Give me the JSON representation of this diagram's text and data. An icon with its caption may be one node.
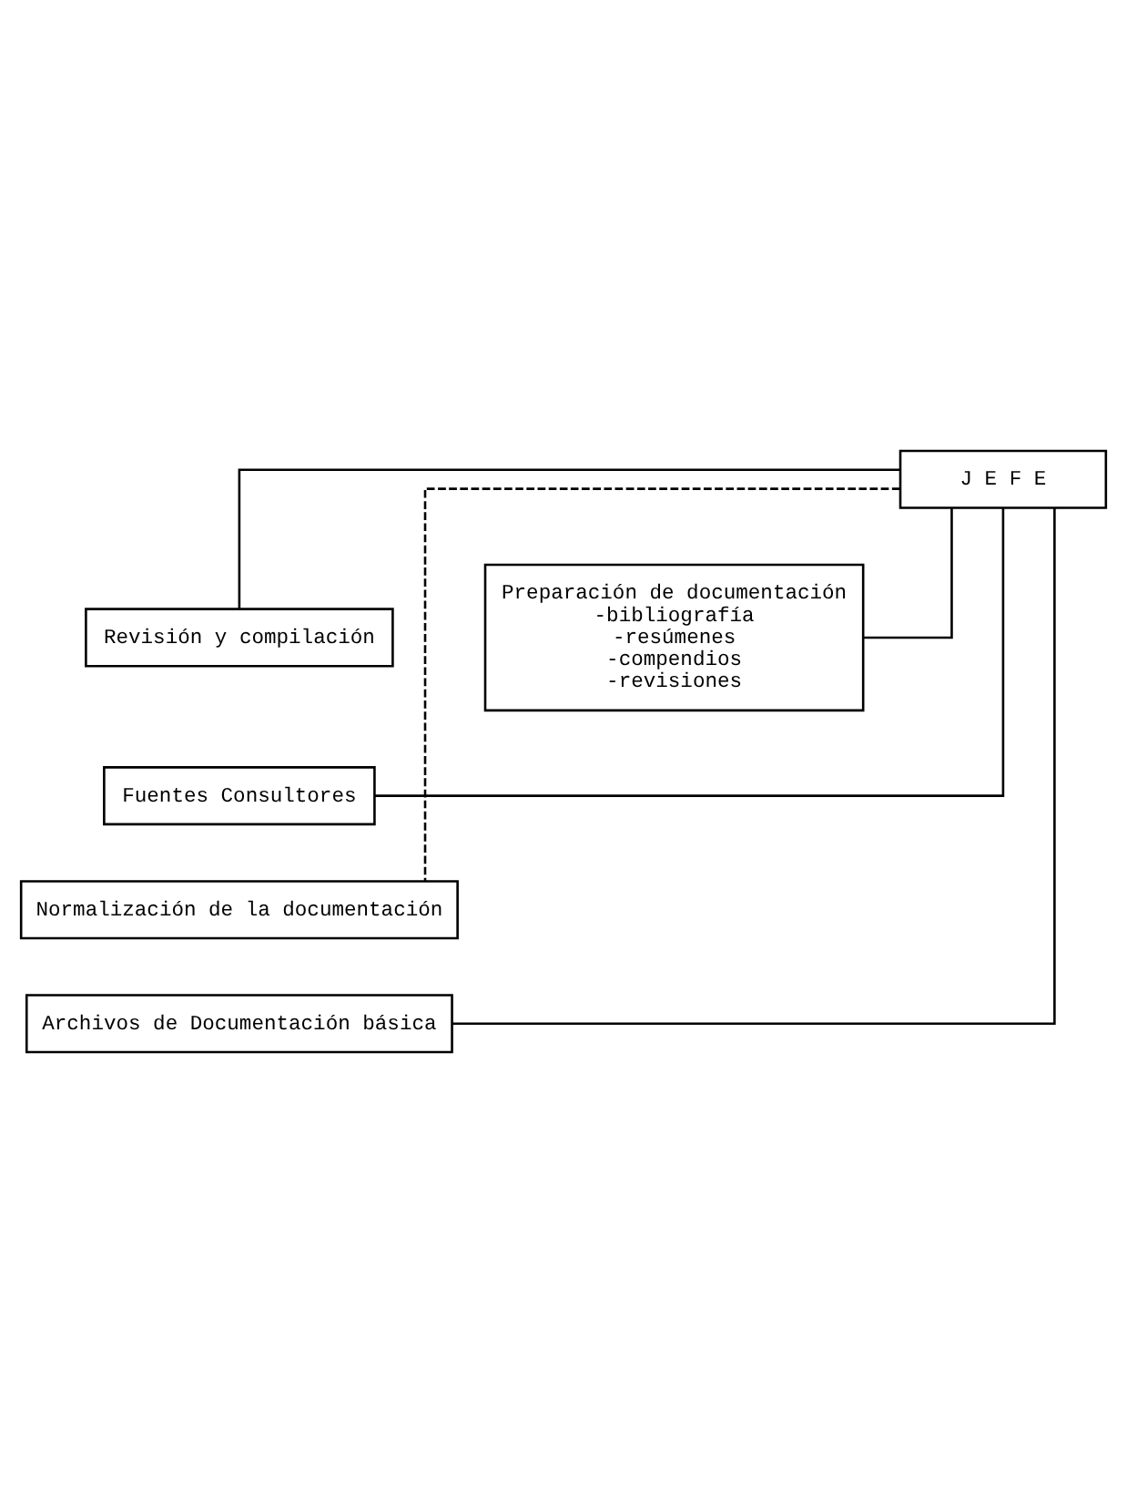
{
  "diagram": {
    "nodes": [
      {
        "text": [
          "J E F E"
        ]
      },
      {
        "text": [
          "Revisión y compilación"
        ]
      },
      {
        "text": [
          "Preparación de documentación",
          "-bibliografía",
          "-resúmenes",
          "-compendios",
          "-revisiones"
        ]
      },
      {
        "text": [
          "Fuentes Consultores"
        ]
      },
      {
        "text": [
          "Normalización de la documentación"
        ]
      },
      {
        "text": [
          "Archivos de Documentación básica"
        ]
      }
    ],
    "edges": [
      {
        "from": 0,
        "to": 1,
        "arrow": "none"
      },
      {
        "from": 0,
        "to": 2,
        "arrow": "none"
      },
      {
        "from": 0,
        "to": 3,
        "arrow": "none"
      },
      {
        "from": 0,
        "to": 4,
        "arrow": "none",
        "style": "dashed"
      },
      {
        "from": 0,
        "to": 5,
        "arrow": "none"
      }
    ]
  }
}
